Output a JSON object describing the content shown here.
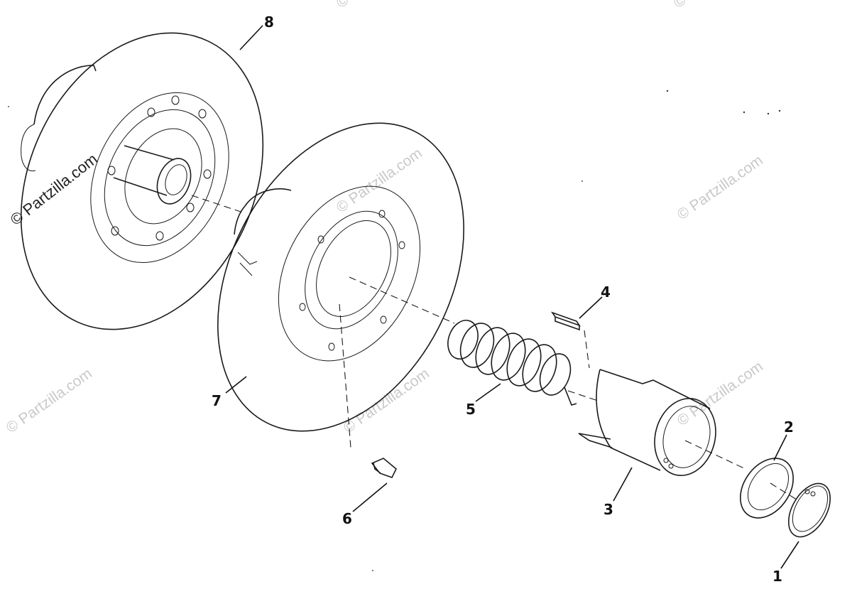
{
  "diagram": {
    "callouts": [
      {
        "id": "1",
        "label": "1"
      },
      {
        "id": "2",
        "label": "2"
      },
      {
        "id": "3",
        "label": "3"
      },
      {
        "id": "4",
        "label": "4"
      },
      {
        "id": "5",
        "label": "5"
      },
      {
        "id": "6",
        "label": "6"
      },
      {
        "id": "7",
        "label": "7"
      },
      {
        "id": "8",
        "label": "8"
      }
    ],
    "watermarks": [
      "© Partzilla.com",
      "© Partzilla.com",
      "© Partzilla.com",
      "© Partzilla.com",
      "© Partzilla.com",
      "© Partzilla.com",
      "© Partzilla.com"
    ],
    "colors": {
      "ink": "#1a1a1a",
      "watermark": "#c9c9c9",
      "background": "#ffffff"
    }
  }
}
